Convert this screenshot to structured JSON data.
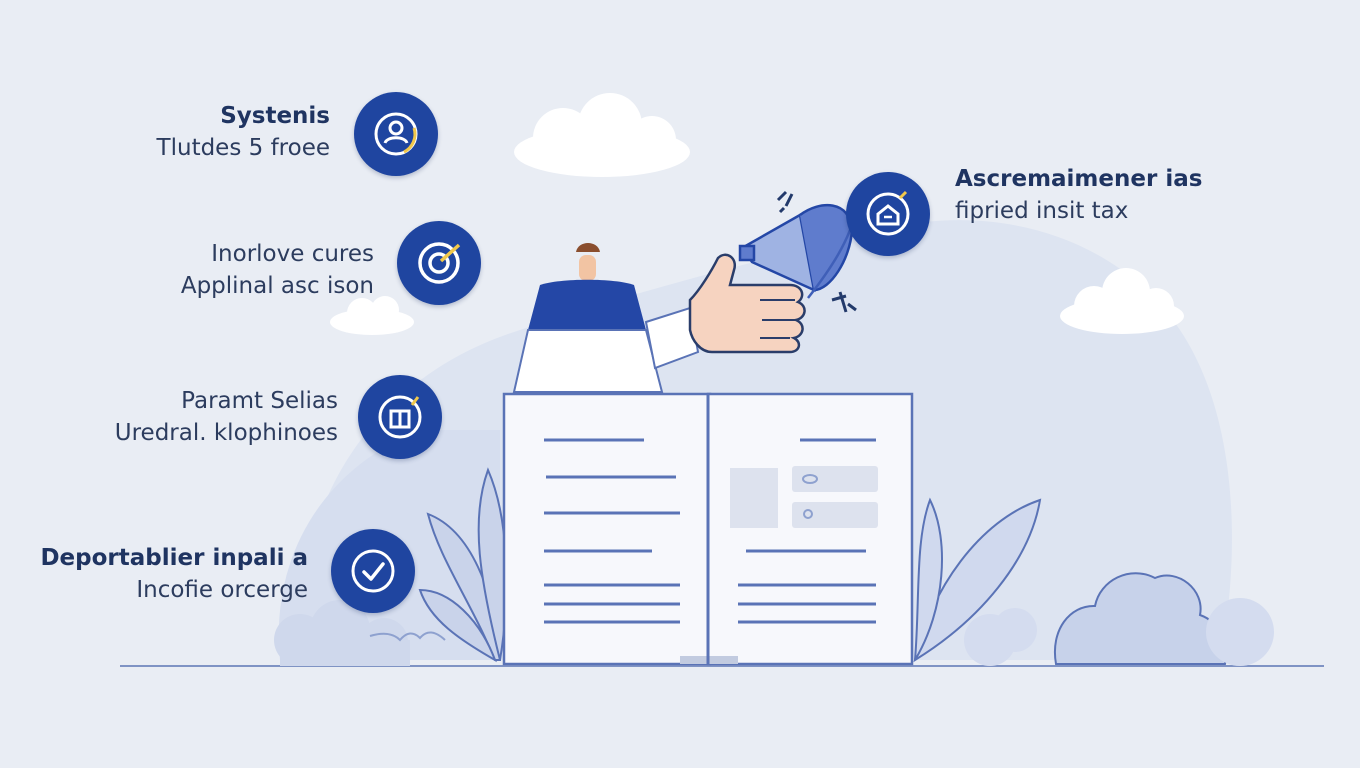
{
  "features_left": [
    {
      "title": "Systenis",
      "subtitle": "Tlutdes 5 froee",
      "icon": "user-gear-icon"
    },
    {
      "title": "Inorlove cures",
      "subtitle": "Applinal asc ison",
      "icon": "target-icon"
    },
    {
      "title": "Paramt Selias",
      "subtitle": "Uredral. klophinoes",
      "icon": "gift-icon"
    },
    {
      "title": "Deportablier inpali a",
      "subtitle": "Incofie orcerge",
      "icon": "checkmark-icon"
    }
  ],
  "feature_right": {
    "title": "Ascremaimener ias",
    "subtitle": "fipried insit tax",
    "icon": "house-shield-icon"
  },
  "colors": {
    "accent": "#1f45a0",
    "background": "#e9edf4",
    "text": "#243a66",
    "soft_blue": "#c9d3ea"
  }
}
